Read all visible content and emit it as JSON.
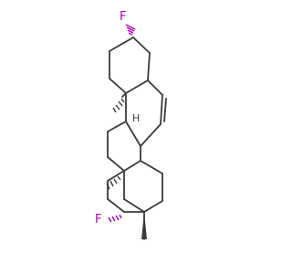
{
  "molecule": {
    "labels": {
      "f_top": "F",
      "f_bottom": "F",
      "h_center": "H"
    }
  },
  "colors": {
    "bond": "#3a3a3a",
    "fluorine": "#b000b0",
    "stereo_hash_fluorine": "#b000b0",
    "stereo_hash_methyl": "#3a3a3a"
  }
}
